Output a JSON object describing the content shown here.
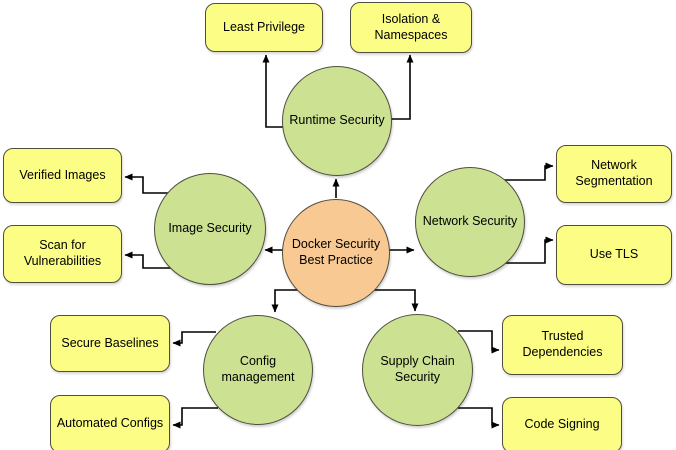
{
  "center": {
    "label": "Docker Security\nBest Practice"
  },
  "categories": [
    {
      "id": "runtime-security",
      "label": "Runtime Security"
    },
    {
      "id": "image-security",
      "label": "Image Security"
    },
    {
      "id": "network-security",
      "label": "Network Security"
    },
    {
      "id": "config-management",
      "label": "Config\nmanagement"
    },
    {
      "id": "supply-chain-security",
      "label": "Supply Chain\nSecurity"
    }
  ],
  "practices": [
    {
      "id": "least-privilege",
      "label": "Least Privilege"
    },
    {
      "id": "isolation-namespaces",
      "label": "Isolation &\nNamespaces"
    },
    {
      "id": "verified-images",
      "label": "Verified Images"
    },
    {
      "id": "scan-for-vulnerabilities",
      "label": "Scan for\nVulnerabilities"
    },
    {
      "id": "network-segmentation",
      "label": "Network\nSegmentation"
    },
    {
      "id": "use-tls",
      "label": "Use TLS"
    },
    {
      "id": "secure-baselines",
      "label": "Secure Baselines"
    },
    {
      "id": "automated-configs",
      "label": "Automated Configs"
    },
    {
      "id": "trusted-dependencies",
      "label": "Trusted\nDependencies"
    },
    {
      "id": "code-signing",
      "label": "Code Signing"
    }
  ],
  "colors": {
    "category_fill": "#cce292",
    "center_fill": "#f8c992",
    "practice_fill": "#fcfd85",
    "shape_stroke": "#4f4f40",
    "connector": "#010101"
  }
}
